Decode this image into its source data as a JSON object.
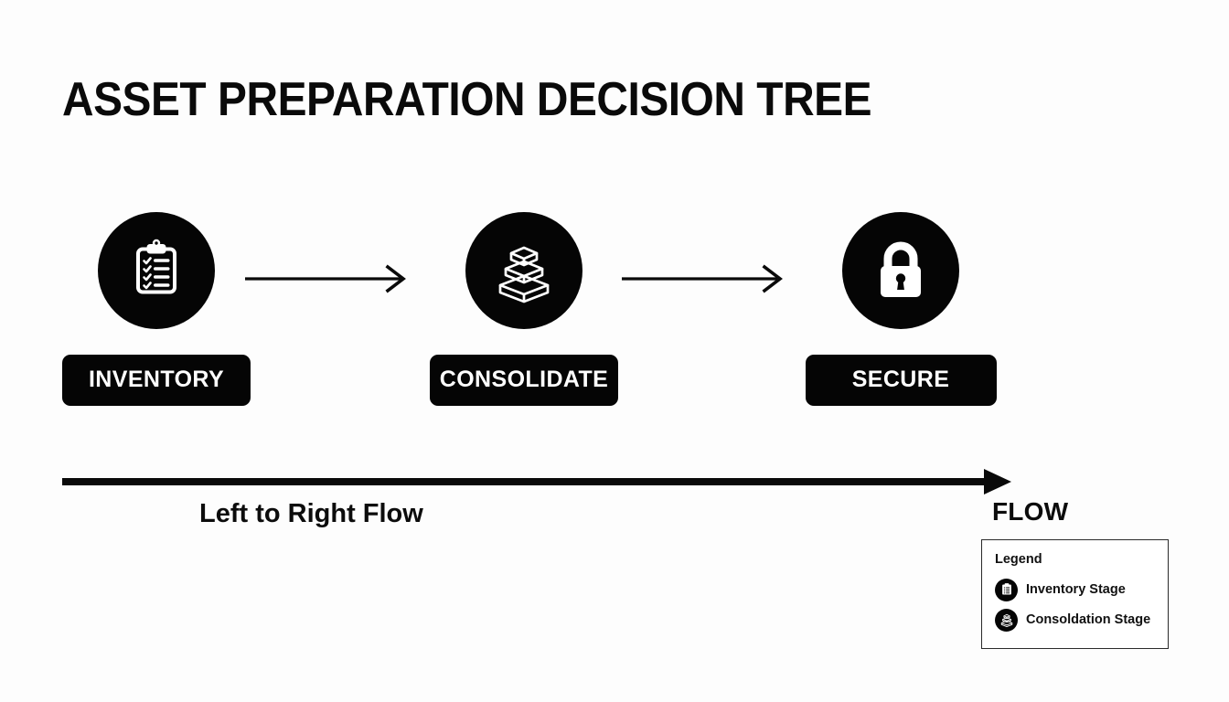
{
  "page": {
    "title": "ASSET PREPARATION DECISION TREE",
    "background_color": "#fdfdfd",
    "accent_color": "#050505",
    "text_color": "#0a0a0a"
  },
  "stages": [
    {
      "label": "INVENTORY",
      "icon": "clipboard-checklist-icon",
      "order": 1
    },
    {
      "label": "CONSOLIDATE",
      "icon": "stacked-boxes-icon",
      "order": 2
    },
    {
      "label": "SECURE",
      "icon": "padlock-icon",
      "order": 3
    }
  ],
  "connectors": [
    {
      "from": "INVENTORY",
      "to": "CONSOLIDATE",
      "icon": "arrow-right-icon"
    },
    {
      "from": "CONSOLIDATE",
      "to": "SECURE",
      "icon": "arrow-right-icon"
    }
  ],
  "flow": {
    "caption": "Left to Right Flow",
    "end_label": "FLOW",
    "direction": "left-to-right",
    "icon": "thick-arrow-right-icon"
  },
  "legend": {
    "title": "Legend",
    "items": [
      {
        "label": "Inventory Stage",
        "icon": "clipboard-checklist-icon"
      },
      {
        "label": "Consoldation Stage",
        "icon": "stacked-boxes-icon"
      }
    ]
  }
}
